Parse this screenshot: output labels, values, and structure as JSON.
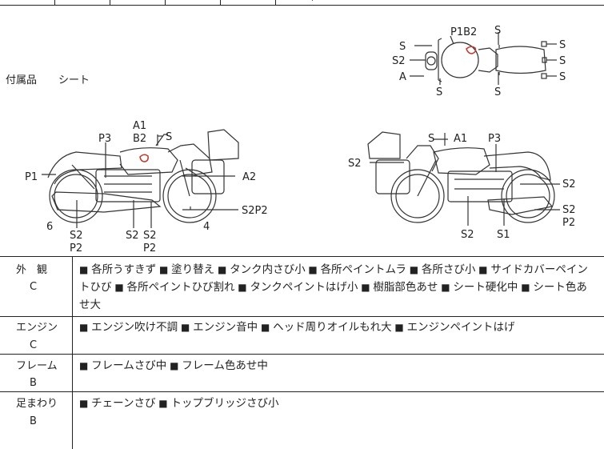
{
  "accessory": {
    "label": "付属品",
    "value": "シート"
  },
  "top_row_text": "…,",
  "diagram_labels": {
    "top": {
      "p1b2": "P1B2",
      "s_top": "S",
      "s_left1": "S",
      "s_left2": "S2",
      "a_left": "A",
      "s_bottom_left": "S",
      "s_bottom_mid": "S",
      "s_right1": "S",
      "s_right2": "S",
      "s_right3": "S"
    },
    "left": {
      "a1": "A1",
      "b2": "B2",
      "s": "S",
      "p3": "P3",
      "p1": "P1",
      "a2": "A2",
      "s2p2": "S2P2",
      "six": "6",
      "four": "4",
      "s2_a": "S2",
      "p2_a": "P2",
      "s2_b": "S2",
      "s2_c": "S2",
      "p2_b": "P2"
    },
    "right": {
      "s": "S",
      "a1": "A1",
      "p3": "P3",
      "s2_left": "S2",
      "s2_right1": "S2",
      "s2_right2": "S2",
      "p2": "P2",
      "s2_bottom": "S2",
      "s1": "S1"
    }
  },
  "sections": [
    {
      "name": "外　観",
      "grade": "C",
      "items": [
        "各所うすきず",
        "塗り替え",
        "タンク内さび小",
        "各所ペイントムラ",
        "各所さび小",
        "サイドカバーペイントひび",
        "各所ペイントひび割れ",
        "タンクペイントはげ小",
        "樹脂部色あせ",
        "シート硬化中",
        "シート色あせ大"
      ]
    },
    {
      "name": "エンジン",
      "grade": "C",
      "items": [
        "エンジン吹け不調",
        "エンジン音中",
        "ヘッド周りオイルもれ大",
        "エンジンペイントはげ"
      ]
    },
    {
      "name": "フレーム",
      "grade": "B",
      "items": [
        "フレームさび中",
        "フレーム色あせ中"
      ]
    },
    {
      "name": "足まわり",
      "grade": "B",
      "items": [
        "チェーンさび",
        "トップブリッジさび小"
      ]
    }
  ],
  "bullet": "■"
}
